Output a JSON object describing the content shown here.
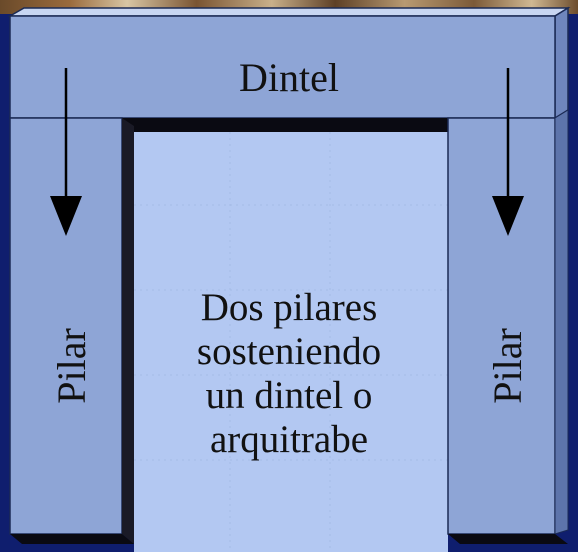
{
  "diagram": {
    "lintel_label": "Dintel",
    "left_pillar_label": "Pilar",
    "right_pillar_label": "Pilar",
    "description_lines": [
      "Dos pilares",
      "sosteniendo",
      "un dintel o",
      "arquitrabe"
    ]
  },
  "colors": {
    "structure_fill": "#8ea5d6",
    "opening_fill": "#b3c8f2",
    "shadow": "#0a0a12",
    "outline": "#1b2a55"
  }
}
